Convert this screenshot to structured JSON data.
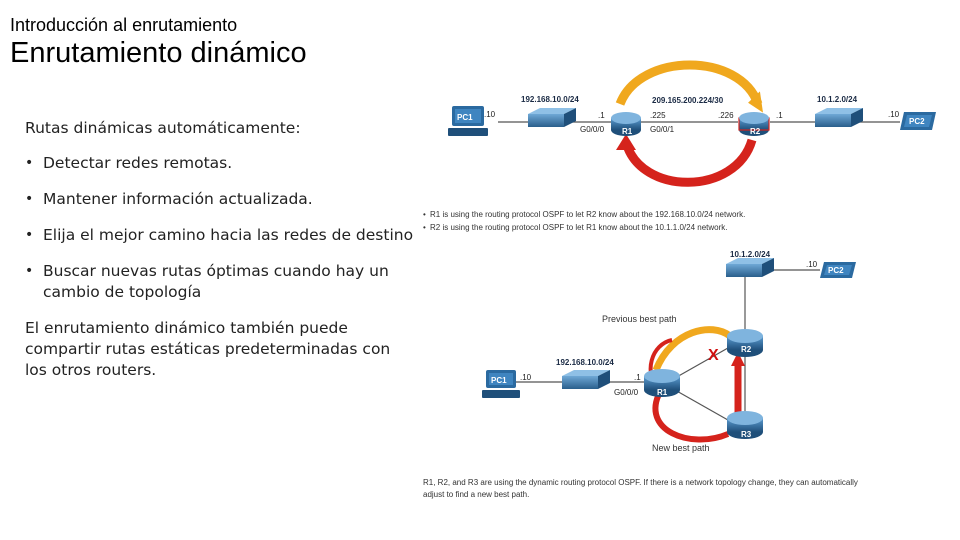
{
  "header": {
    "subtitle": "Introducción al enrutamiento",
    "title": "Enrutamiento dinámico"
  },
  "body": {
    "intro": "Rutas dinámicas automáticamente:",
    "bullets": [
      "Detectar redes remotas.",
      "Mantener información actualizada.",
      "Elija el mejor camino hacia las redes de destino",
      "Buscar nuevas rutas óptimas cuando hay un cambio de topología"
    ],
    "closing": "El enrutamiento dinámico también puede compartir rutas estáticas predeterminadas con los otros routers."
  },
  "diagram1": {
    "net_left": "192.168.10.0/24",
    "net_mid": "209.165.200.224/30",
    "net_right": "10.1.2.0/24",
    "pc1": "PC1",
    "pc2": "PC2",
    "r1": "R1",
    "r2": "R2",
    "pc1_addr": ".10",
    "r1_lan_addr": ".1",
    "r1_lan_port": "G0/0/0",
    "r1_wan_addr": ".225",
    "r1_wan_port": "G0/0/1",
    "r2_wan_addr": ".226",
    "r2_lan_addr": ".1",
    "pc2_addr": ".10",
    "notes": [
      "R1 is using the routing protocol OSPF to let R2 know about the 192.168.10.0/24 network.",
      "R2 is using the routing protocol OSPF to let R1 know about the 10.1.1.0/24 network."
    ]
  },
  "diagram2": {
    "net_top": "10.1.2.0/24",
    "net_left": "192.168.10.0/24",
    "pc1": "PC1",
    "pc2": "PC2",
    "r1": "R1",
    "r2": "R2",
    "r3": "R3",
    "pc1_addr": ".10",
    "pc2_addr": ".10",
    "r1_addr": ".1",
    "r1_port": "G0/0/0",
    "previous_path": "Previous best path",
    "new_path": "New best path",
    "failure_mark": "X",
    "caption_line1": "R1, R2, and R3 are using the dynamic routing protocol OSPF. If there is a network topology change, they can automatically",
    "caption_line2": "adjust to find a new best path."
  },
  "colors": {
    "router": "#2f6f9e",
    "switch": "#3a7fb0",
    "pc": "#2b6aa0",
    "arrow_orange": "#f0a81e",
    "arrow_red": "#d5231c",
    "link": "#555555",
    "path_label_orange": "#e08a00",
    "path_label_red": "#d01010"
  }
}
